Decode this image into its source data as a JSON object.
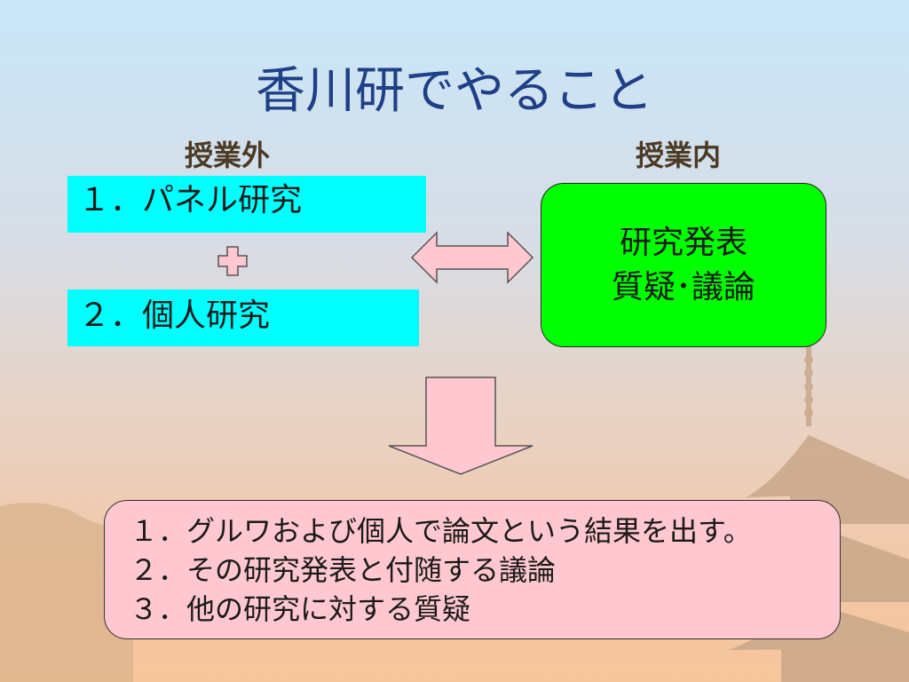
{
  "title": "香川研でやること",
  "outside_class_label": "授業外",
  "inside_class_label": "授業内",
  "panel_research": "１．パネル研究",
  "individual_research": "２．個人研究",
  "in_class_activity": {
    "line1": "研究発表",
    "line2": "質疑･議論"
  },
  "summary": [
    "１．グルワおよび個人で論文という結果を出す。",
    "２．その研究発表と付随する議論",
    "３．他の研究に対する質疑"
  ],
  "colors": {
    "title": "#1f3f86",
    "cyan_box": "#00ffff",
    "green_box": "#00ff00",
    "pink": "#ffc7cf"
  },
  "icons": [
    "plus-icon",
    "double-arrow-icon",
    "down-arrow-icon",
    "pagoda-silhouette"
  ]
}
